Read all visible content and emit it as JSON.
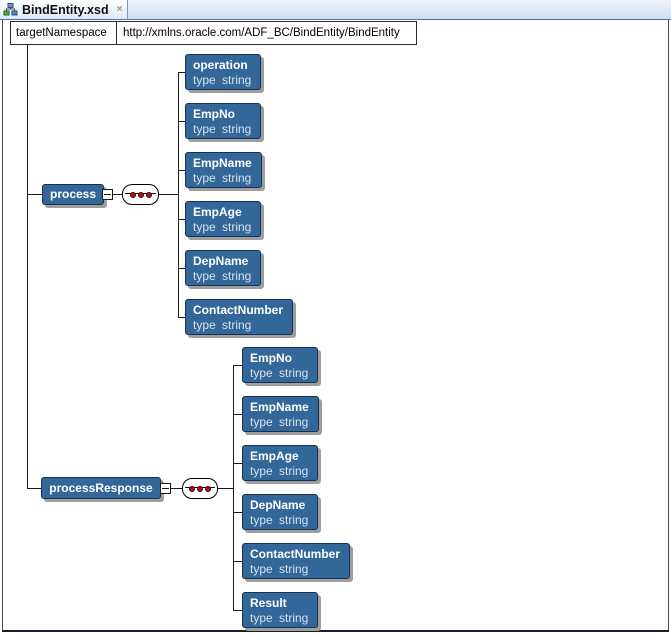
{
  "tab_bar": {
    "tabs": [
      {
        "label": "BindEntity.xsd",
        "icon": "xsd-schema-icon",
        "active": true,
        "closable": true
      }
    ],
    "close_glyph": "×"
  },
  "namespace_row": {
    "attribute": "targetNamespace",
    "value": "http://xmlns.oracle.com/ADF_BC/BindEntity/BindEntity"
  },
  "diagram": {
    "root_elements": [
      {
        "name": "process",
        "compositor": "sequence",
        "children": [
          {
            "name": "operation",
            "type_label": "type string"
          },
          {
            "name": "EmpNo",
            "type_label": "type string"
          },
          {
            "name": "EmpName",
            "type_label": "type string"
          },
          {
            "name": "EmpAge",
            "type_label": "type string"
          },
          {
            "name": "DepName",
            "type_label": "type string"
          },
          {
            "name": "ContactNumber",
            "type_label": "type string"
          }
        ]
      },
      {
        "name": "processResponse",
        "compositor": "sequence",
        "children": [
          {
            "name": "EmpNo",
            "type_label": "type string"
          },
          {
            "name": "EmpName",
            "type_label": "type string"
          },
          {
            "name": "EmpAge",
            "type_label": "type string"
          },
          {
            "name": "DepName",
            "type_label": "type string"
          },
          {
            "name": "ContactNumber",
            "type_label": "type string"
          },
          {
            "name": "Result",
            "type_label": "type string"
          }
        ]
      }
    ]
  },
  "colors": {
    "node_fill": "#336699",
    "node_border": "#16324f",
    "node_text": "#ffffff",
    "node_shadow": "#9e9e9e",
    "connector": "#1a1a1a",
    "sequence_dot": "#b5121a",
    "tab_bar_bg": "#cfdff0",
    "tab_active_bg": "#fdfefe",
    "canvas_bg": "#ffffff"
  }
}
